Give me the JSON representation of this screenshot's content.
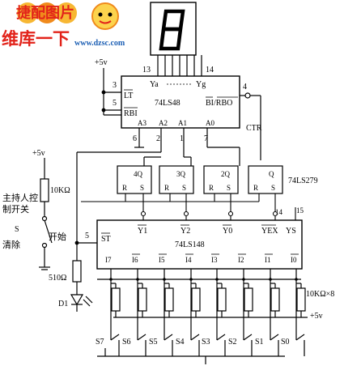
{
  "watermark": {
    "top_text": "捷配图片",
    "brand": "维库一下",
    "url": "www.dzsc.com",
    "colors": {
      "orange": "#f08a1c",
      "red": "#e2231a",
      "blue": "#1c5fb4"
    }
  },
  "supply": {
    "top": "+5v",
    "left": "+5v",
    "bottom": "+5v"
  },
  "ic_48": {
    "name": "74LS48",
    "pin_13": "13",
    "pin_14": "14",
    "pin_3": "3",
    "pin_5": "5",
    "pin_4": "4",
    "pin_6": "6",
    "pin_2": "2",
    "pin_1": "1",
    "pin_7": "7",
    "lt": "LT",
    "rbi": "RBI",
    "ya": "Ya",
    "yg": "Yg",
    "bi_rbo": "BI/RBO",
    "a3": "A3",
    "a2": "A2",
    "a1": "A1",
    "a0": "A0",
    "ctr": "CTR"
  },
  "ic_279": {
    "name": "74LS279",
    "cells": [
      {
        "q": "4Q",
        "r": "R",
        "s": "S"
      },
      {
        "q": "3Q",
        "r": "R",
        "s": "S"
      },
      {
        "q": "2Q",
        "r": "R",
        "s": "S"
      },
      {
        "q": "Q",
        "r": "R",
        "s": "S"
      }
    ]
  },
  "ic_148": {
    "name": "74LS148",
    "st": "ST",
    "y1": "Y1",
    "y2": "Y2",
    "y0": "Y0",
    "yex": "YEX",
    "ys": "YS",
    "pin_5": "5",
    "pin_14": "14",
    "pin_15": "15",
    "inputs": [
      "I7",
      "I6",
      "I5",
      "I4",
      "I3",
      "I2",
      "I1",
      "I0"
    ]
  },
  "components": {
    "r_top": "10KΩ",
    "r_led": "510Ω",
    "led": "D1",
    "r_array": "10KΩ×8",
    "host_label": "主持人控制开关",
    "switch_s": "S",
    "clear": "清除",
    "start": "开始",
    "switches": [
      "S7",
      "S6",
      "S5",
      "S4",
      "S3",
      "S2",
      "S1",
      "S0"
    ]
  }
}
